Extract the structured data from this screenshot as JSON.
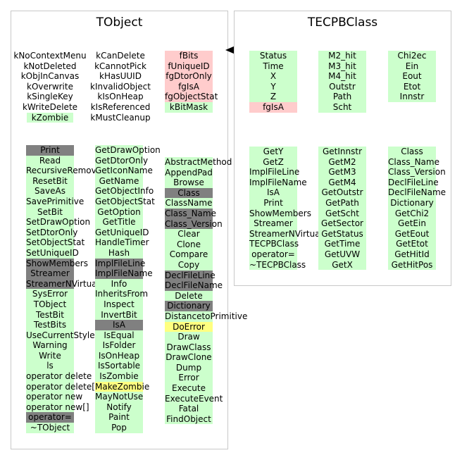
{
  "tobject": {
    "title": "TObject",
    "enums1": [
      "kNoContextMenu",
      "kNotDeleted",
      "kObjInCanvas",
      "kOverwrite",
      "kSingleKey",
      "kWriteDelete",
      "kZombie"
    ],
    "enums2": [
      "kCanDelete",
      "kCannotPick",
      "kHasUUID",
      "kInvalidObject",
      "kIsOnHeap",
      "kIsReferenced",
      "kMustCleanup"
    ],
    "members": [
      "fBits",
      "fUniqueID",
      "fgDtorOnly",
      "fgIsA",
      "fgObjectStat",
      "kBitMask"
    ],
    "methods1": [
      "Print",
      "Read",
      "RecursiveRemove",
      "ResetBit",
      "SaveAs",
      "SavePrimitive",
      "SetBit",
      "SetDrawOption",
      "SetDtorOnly",
      "SetObjectStat",
      "SetUniqueID",
      "ShowMembers",
      "Streamer",
      "StreamerNVirtual",
      "SysError",
      "TObject",
      "TestBit",
      "TestBits",
      "UseCurrentStyle",
      "Warning",
      "Write",
      "ls",
      "operator delete",
      "operator delete[]",
      "operator new",
      "operator new[]",
      "operator=",
      "~TObject"
    ],
    "methods2": [
      "GetDrawOption",
      "GetDtorOnly",
      "GetIconName",
      "GetName",
      "GetObjectInfo",
      "GetObjectStat",
      "GetOption",
      "GetTitle",
      "GetUniqueID",
      "HandleTimer",
      "Hash",
      "ImplFileLine",
      "ImplFileName",
      "Info",
      "InheritsFrom",
      "Inspect",
      "InvertBit",
      "IsA",
      "IsEqual",
      "IsFolder",
      "IsOnHeap",
      "IsSortable",
      "IsZombie",
      "MakeZombie",
      "MayNotUse",
      "Notify",
      "Paint",
      "Pop"
    ],
    "methods3": [
      "AbstractMethod",
      "AppendPad",
      "Browse",
      "Class",
      "ClassName",
      "Class_Name",
      "Class_Version",
      "Clear",
      "Clone",
      "Compare",
      "Copy",
      "DeclFileLine",
      "DeclFileName",
      "Delete",
      "Dictionary",
      "DistancetoPrimitive",
      "DoError",
      "Draw",
      "DrawClass",
      "DrawClone",
      "Dump",
      "Error",
      "Execute",
      "ExecuteEvent",
      "Fatal",
      "FindObject"
    ]
  },
  "tecpbclass": {
    "title": "TECPBClass",
    "members1": [
      "Status",
      "Time",
      "X",
      "Y",
      "Z",
      "fgIsA"
    ],
    "members2": [
      "M2_hit",
      "M3_hit",
      "M4_hit",
      "Outstr",
      "Path",
      "Scht"
    ],
    "members3": [
      "Chi2ec",
      "Ein",
      "Eout",
      "Etot",
      "Innstr"
    ],
    "methods1": [
      "GetY",
      "GetZ",
      "ImplFileLine",
      "ImplFileName",
      "IsA",
      "Print",
      "ShowMembers",
      "Streamer",
      "StreamerNVirtual",
      "TECPBClass",
      "operator=",
      "~TECPBClass"
    ],
    "methods2": [
      "GetInnstr",
      "GetM2",
      "GetM3",
      "GetM4",
      "GetOutstr",
      "GetPath",
      "GetScht",
      "GetSector",
      "GetStatus",
      "GetTime",
      "GetUVW",
      "GetX"
    ],
    "methods3": [
      "Class",
      "Class_Name",
      "Class_Version",
      "DeclFileLine",
      "DeclFileName",
      "Dictionary",
      "GetChi2",
      "GetEin",
      "GetEout",
      "GetEtot",
      "GetHitId",
      "GetHitPos"
    ]
  },
  "colors": {
    "highlight": "#ccffcc",
    "pink": "#ffcccc",
    "gray": "#808080",
    "yellow": "#ffff80",
    "border": "#c8c8c8"
  }
}
